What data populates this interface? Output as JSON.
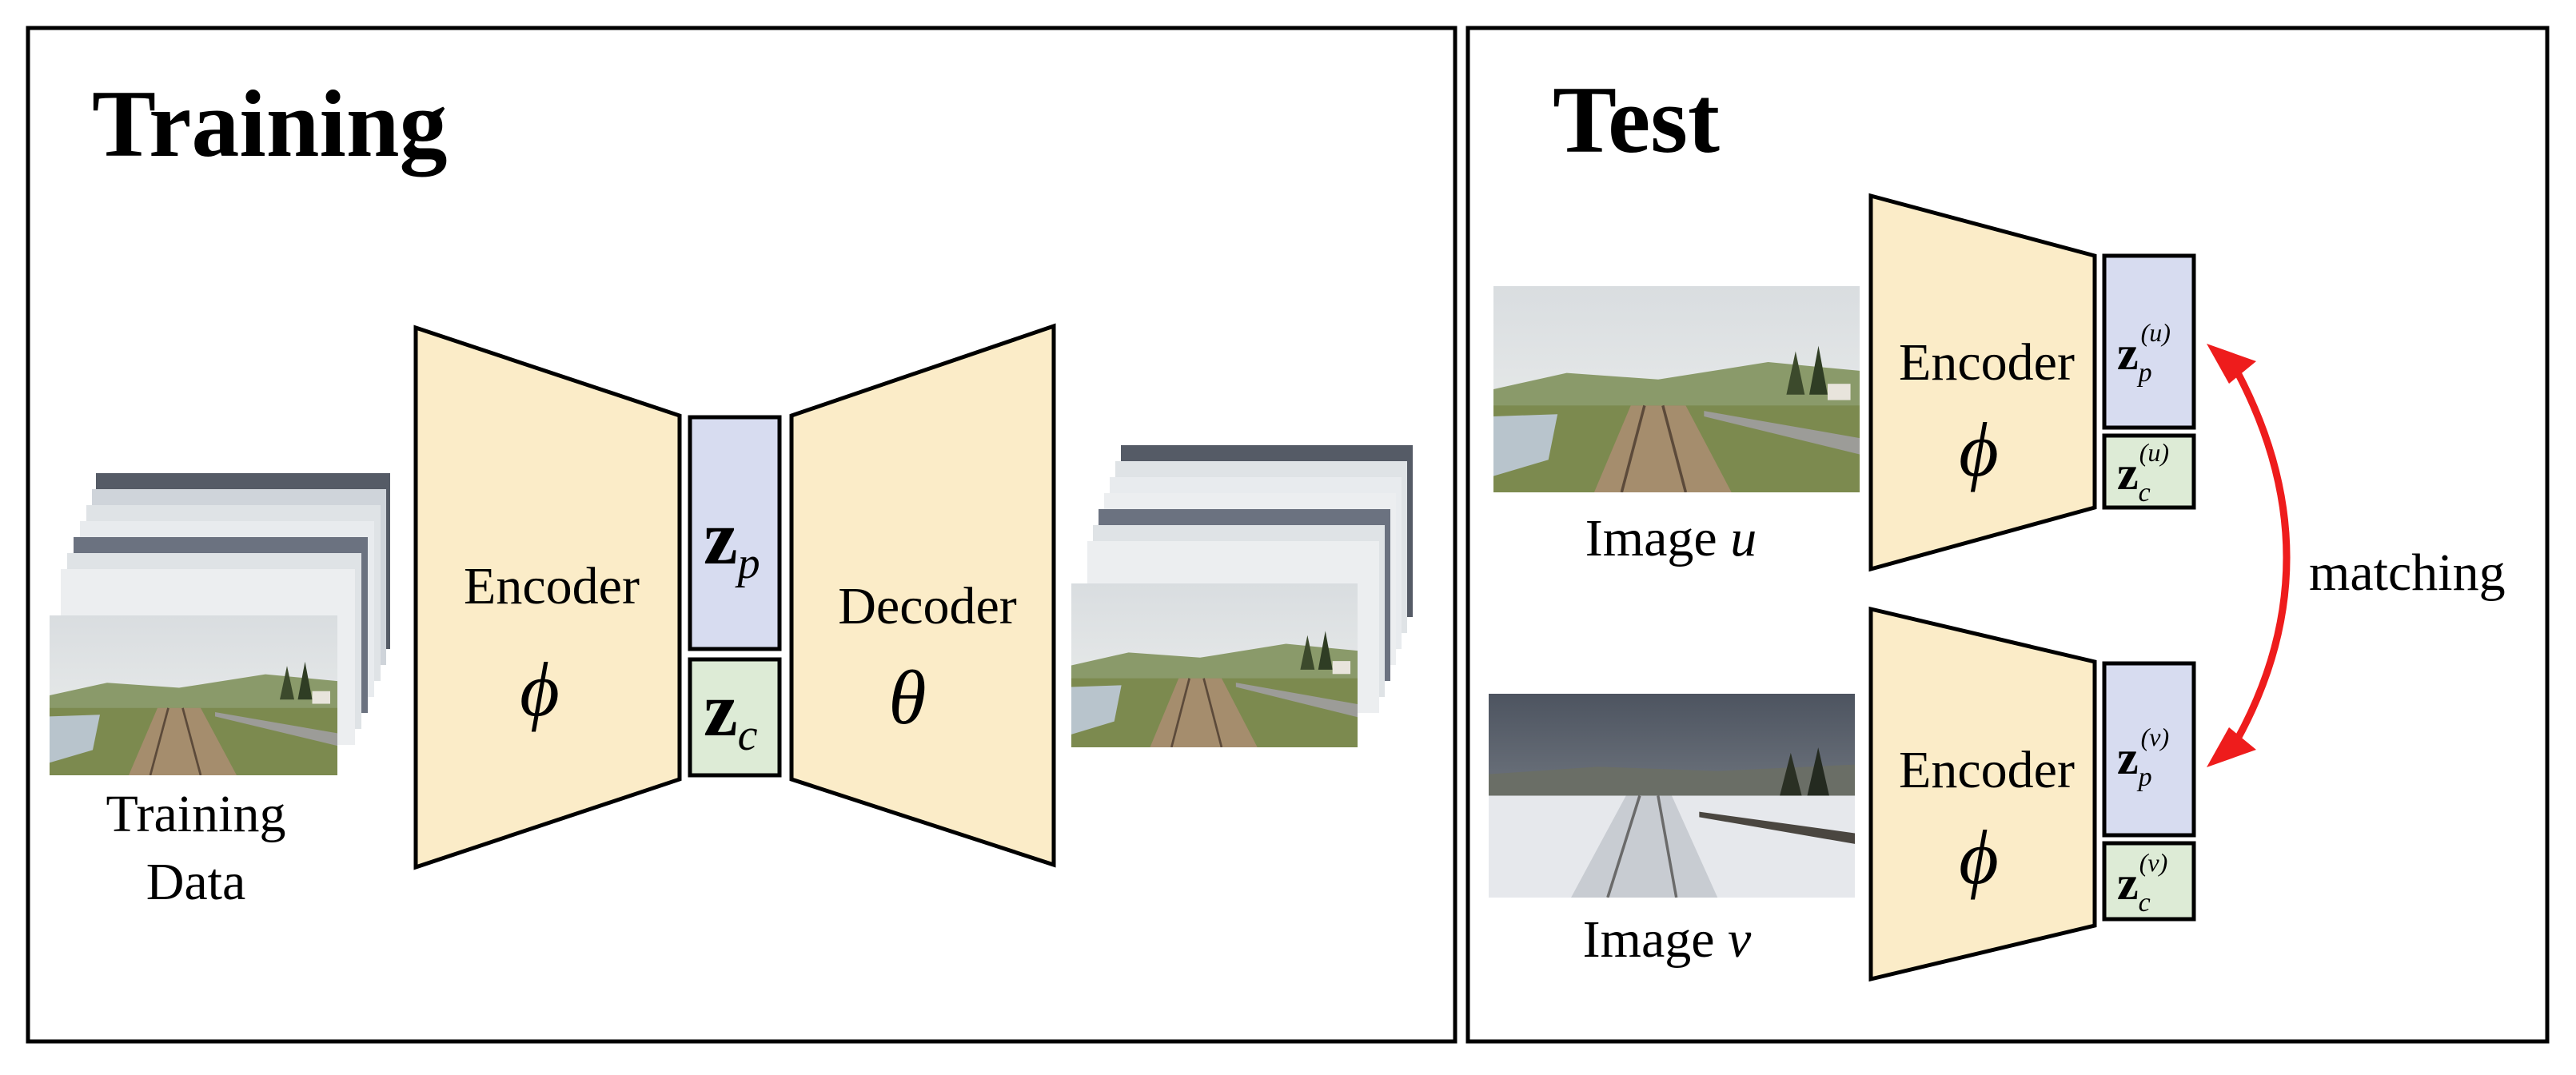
{
  "training": {
    "title": "Training",
    "data_label_line1": "Training",
    "data_label_line2": "Data",
    "encoder_label": "Encoder",
    "encoder_symbol": "ϕ",
    "decoder_label": "Decoder",
    "decoder_symbol": "θ",
    "zp": {
      "main": "z",
      "sub": "p"
    },
    "zc": {
      "main": "z",
      "sub": "c"
    }
  },
  "test": {
    "title": "Test",
    "image_u_label": "Image",
    "image_u_var": "u",
    "image_v_label": "Image",
    "image_v_var": "v",
    "encoder_label": "Encoder",
    "encoder_symbol": "ϕ",
    "zp_u": {
      "main": "z",
      "sub": "p",
      "sup": "(u)"
    },
    "zc_u": {
      "main": "z",
      "sub": "c",
      "sup": "(u)"
    },
    "zp_v": {
      "main": "z",
      "sub": "p",
      "sup": "(v)"
    },
    "zc_v": {
      "main": "z",
      "sub": "c",
      "sup": "(v)"
    },
    "matching_label": "matching"
  },
  "colors": {
    "encoder_fill": "#fbecc8",
    "zp_fill": "#d7dcf0",
    "zc_fill": "#ddebd6",
    "arrow": "#ee1c1c",
    "border": "#000000"
  }
}
